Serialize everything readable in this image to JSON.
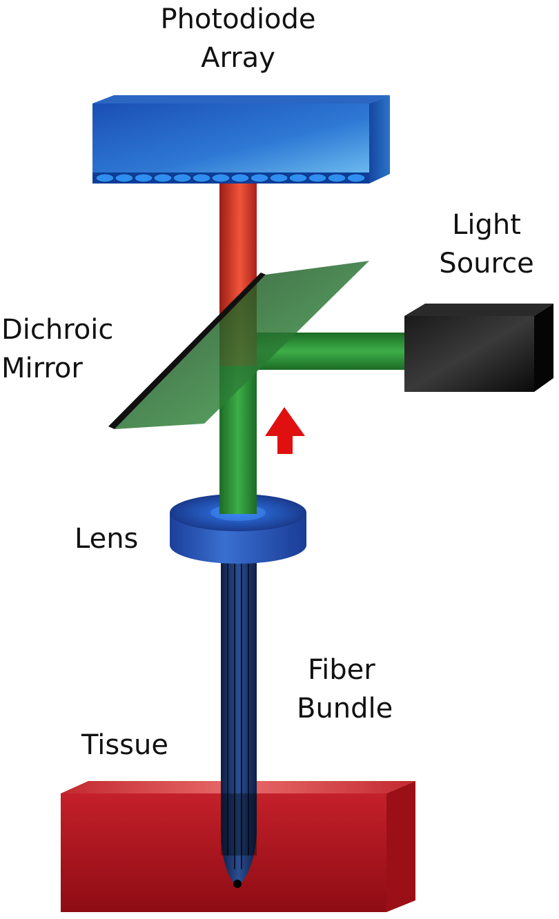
{
  "labels": {
    "photodiode_array": [
      "Photodiode",
      "Array"
    ],
    "light_source": [
      "Light",
      "Source"
    ],
    "dichroic_mirror": [
      "Dichroic",
      "Mirror"
    ],
    "lens": "Lens",
    "fiber_bundle": [
      "Fiber",
      "Bundle"
    ],
    "tissue": "Tissue"
  },
  "colors": {
    "photodiode": "#1d5fbf",
    "emission_beam": "#d8362a",
    "excitation_beam": "#2e8b3a",
    "mirror": "#1f6b2a",
    "light_source": "#111111",
    "lens": "#1f4fb0",
    "fiber": "#1a2c5a",
    "tissue": "#b3141c",
    "arrow": "#e01010"
  },
  "icons": {
    "direction_arrow": "arrow-up-icon"
  }
}
